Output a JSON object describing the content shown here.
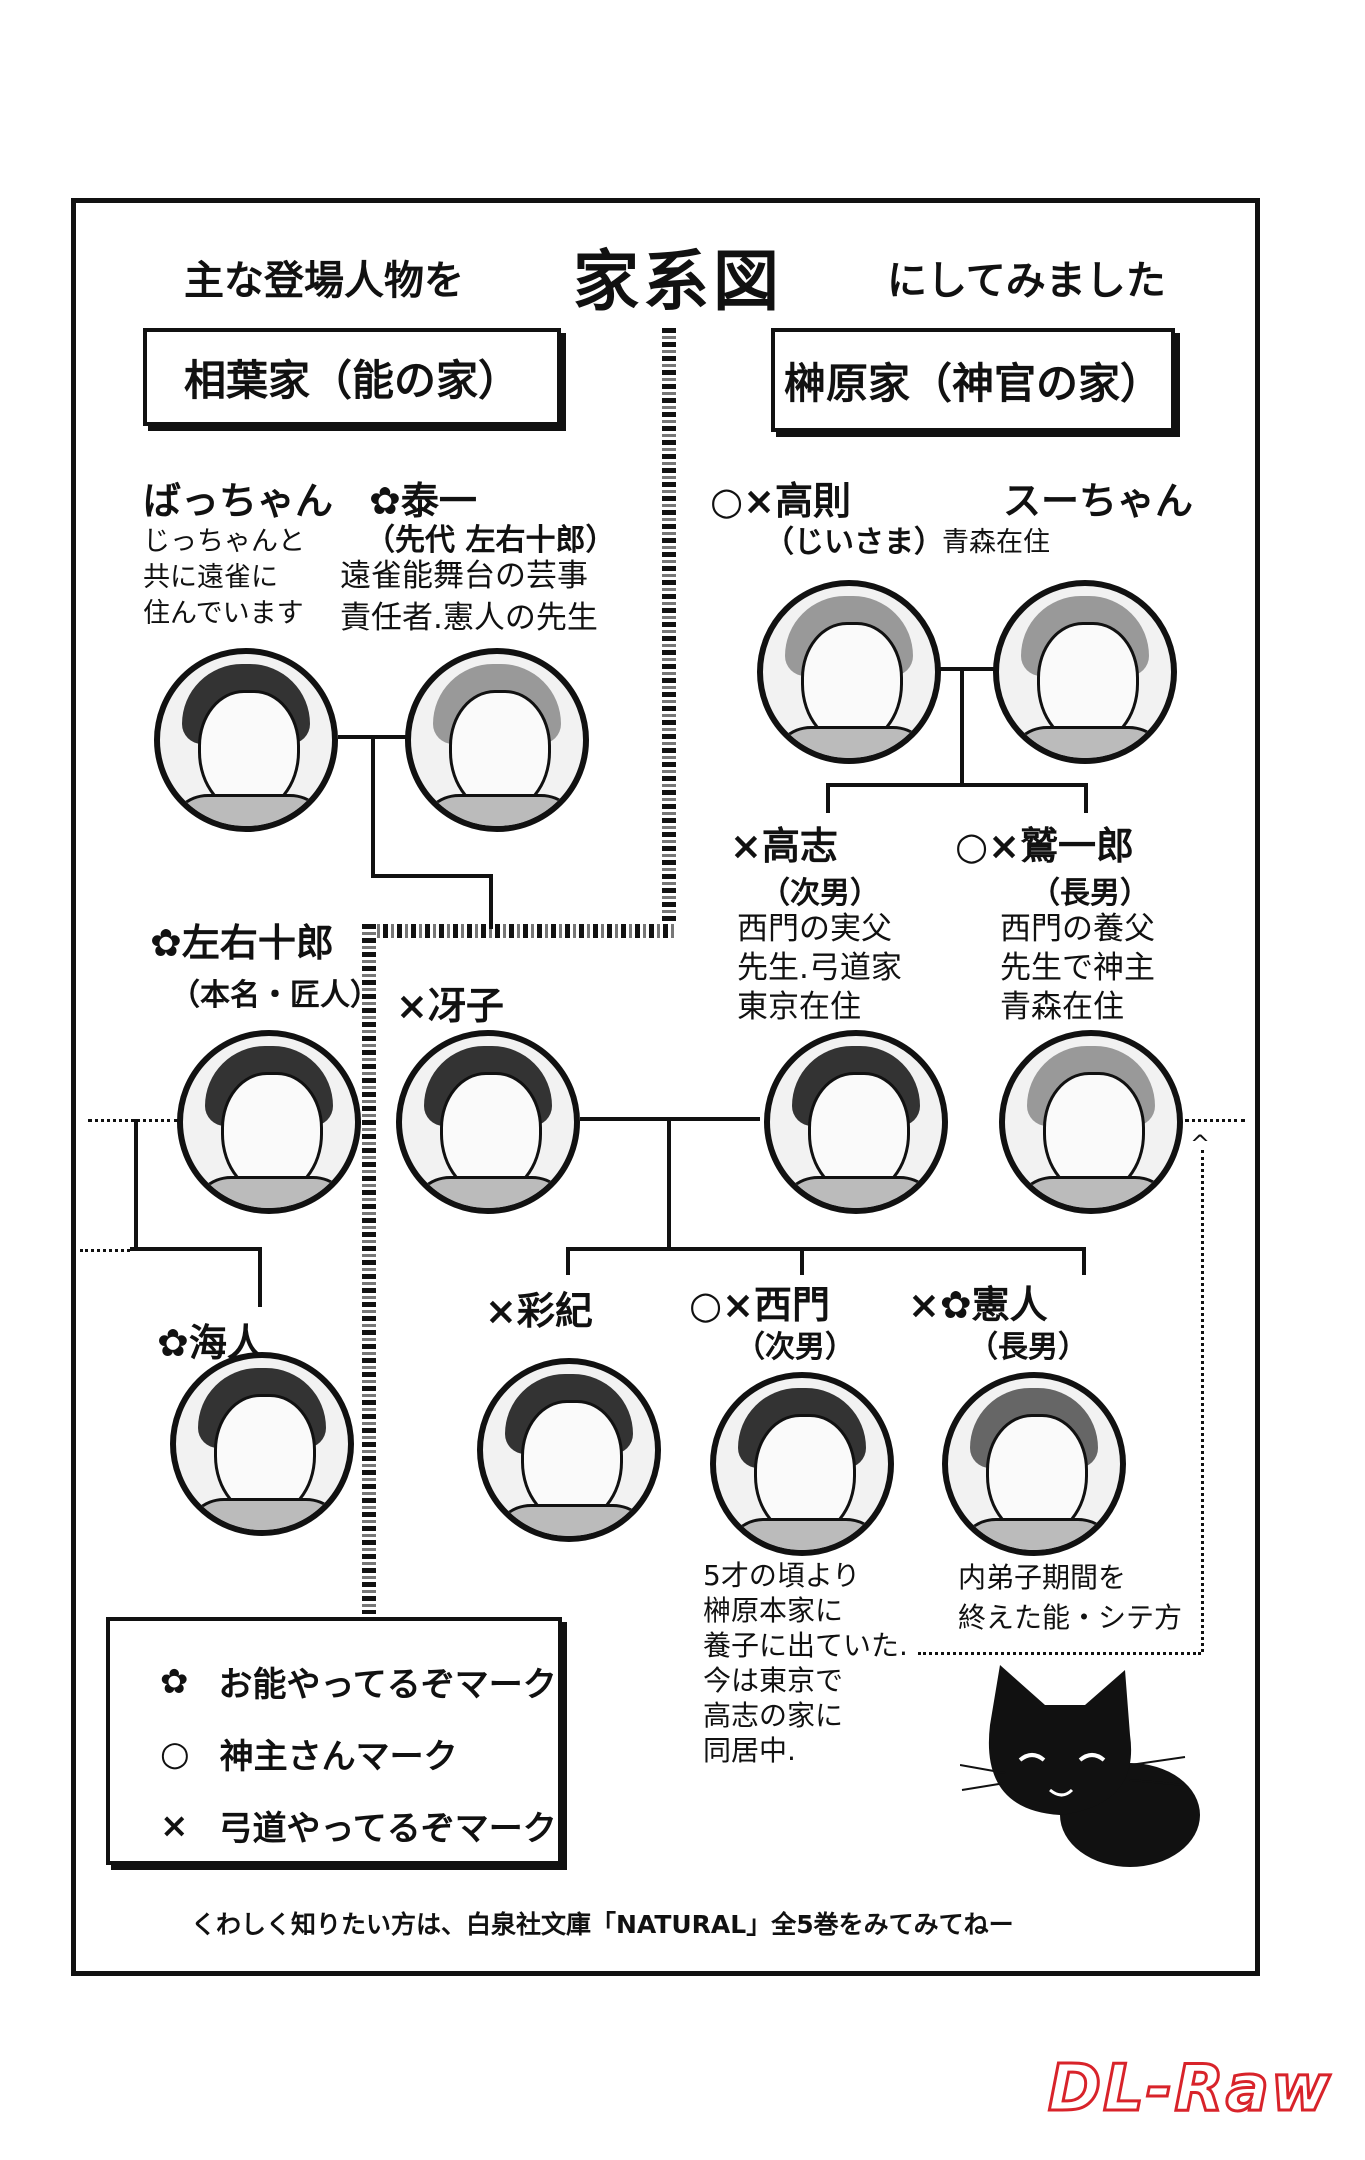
{
  "title": {
    "pre": "主な登場人物を",
    "main": "家系図",
    "post": "にしてみました"
  },
  "houses": {
    "aiba": "相葉家（能の家）",
    "sakakibara": "榊原家（神官の家）"
  },
  "marks": {
    "noh": "✿",
    "shinto": "○",
    "kyudo": "×"
  },
  "people": {
    "bacchan": {
      "name": "ばっちゃん",
      "desc": "じっちゃんと\n共に遠雀に\n住んでいます"
    },
    "taiichi": {
      "name": "✿泰一",
      "sub": "（先代 左右十郎）",
      "desc": "遠雀能舞台の芸事\n責任者.憲人の先生"
    },
    "sayujuro": {
      "name": "✿左右十郎",
      "sub": "（本名・匠人）"
    },
    "saeko": {
      "name": "×冴子"
    },
    "kaito": {
      "name": "✿海人"
    },
    "takanori": {
      "name": "○×高則",
      "sub": "（じいさま）"
    },
    "suchan": {
      "name": "スーちゃん",
      "sub": "青森在住"
    },
    "takashi": {
      "name": "×高志",
      "sub": "（次男）",
      "desc": "西門の実父\n先生.弓道家\n東京在住"
    },
    "shuichiro": {
      "name": "○×鷲一郎",
      "sub": "（長男）",
      "desc": "西門の養父\n先生で神主\n青森在住"
    },
    "saki": {
      "name": "×彩紀"
    },
    "saimon": {
      "name": "○×西門",
      "sub": "（次男）",
      "desc": "5才の頃より\n榊原本家に\n養子に出ていた.\n今は東京で\n高志の家に\n同居中."
    },
    "kento": {
      "name": "×✿憲人",
      "sub": "（長男）",
      "desc": "内弟子期間を\n終えた能・シテ方"
    }
  },
  "legend": [
    {
      "icon": "✿",
      "label": "お能やってるぞマーク"
    },
    {
      "icon": "○",
      "label": "神主さんマーク"
    },
    {
      "icon": "×",
      "label": "弓道やってるぞマーク"
    }
  ],
  "footer": "くわしく知りたい方は、白泉社文庫「NATURAL」全5巻をみてみてねー",
  "watermark": "DL-Raw",
  "colors": {
    "ink": "#111111",
    "paper": "#ffffff",
    "watermark": "#d8232a"
  }
}
